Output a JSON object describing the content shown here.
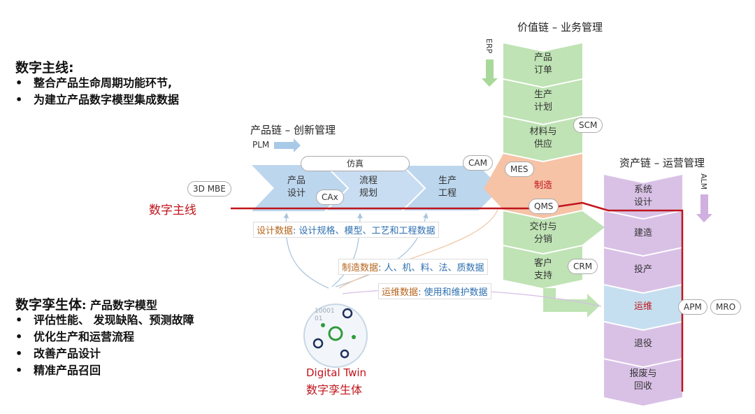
{
  "thread": {
    "title": "数字主线:",
    "items": [
      "整合产品生命周期功能环节,",
      "为建立产品数字模型集成数据"
    ],
    "line_label": "数字主线",
    "line_color": "#c0141b"
  },
  "twin": {
    "title_bold": "数字孪生体",
    "title_rest": ": 产品数字模型",
    "items": [
      "评估性能、 发现缺陷、预测故障",
      "优化生产和运营流程",
      "改善产品设计",
      "精准产品召回"
    ],
    "logo_en": "Digital Twin",
    "logo_cn": "数字孪生体",
    "logo_digits": "10001\n01"
  },
  "product_chain": {
    "title": "产品链 – 创新管理",
    "system": "PLM",
    "sim": "仿真",
    "steps": [
      "产品\n设计",
      "流程\n规划",
      "生产\n工程"
    ],
    "cax": "CAx",
    "cam": "CAM",
    "mbe": "3D MBE",
    "color": "#bcd6ee"
  },
  "value_chain": {
    "title": "价值链 – 业务管理",
    "system": "ERP",
    "steps": [
      "产品\n订单",
      "生产\n计划",
      "材料与\n供应",
      "制造",
      "交付与\n分销",
      "客户\n支持"
    ],
    "tags": {
      "scm": "SCM",
      "mes": "MES",
      "qms": "QMS",
      "crm": "CRM"
    },
    "color": "#bfe3b4",
    "mfg_color": "#f6c3a6",
    "mfg_text_color": "#c0141b"
  },
  "asset_chain": {
    "title": "资产链 – 运营管理",
    "system": "ALM",
    "steps": [
      "系统\n设计",
      "建造",
      "投产",
      "运维",
      "退役",
      "报废与\n回收"
    ],
    "tags": {
      "apm": "APM",
      "mro": "MRO"
    },
    "color": "#d9c1e6",
    "ops_color": "#c6dff0",
    "ops_text_color": "#c0141b"
  },
  "data_flows": [
    {
      "key": "设计数据",
      "value": ": 设计规格、模型、工艺和工程数据"
    },
    {
      "key": "制造数据",
      "value": ": 人、机、料、法、质数据"
    },
    {
      "key": "运维数据",
      "value": ": 使用和维护数据"
    }
  ]
}
